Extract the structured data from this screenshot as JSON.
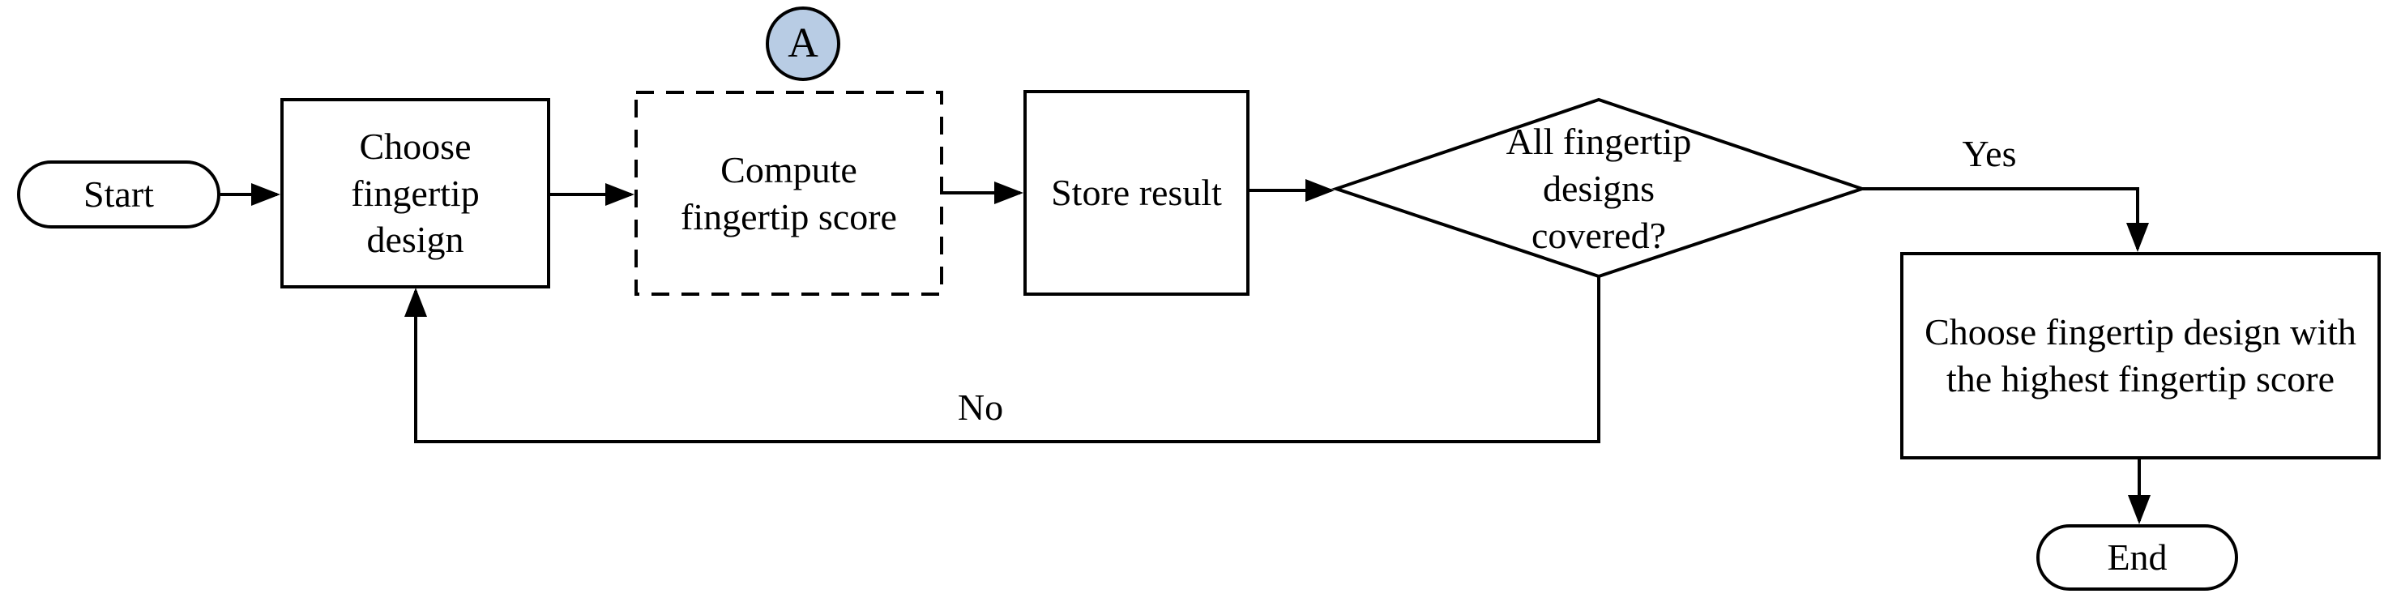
{
  "diagram": {
    "type": "flowchart",
    "nodes": {
      "start": {
        "shape": "terminator",
        "label": "Start"
      },
      "choose_design": {
        "shape": "process",
        "label": [
          "Choose",
          "fingertip",
          "design"
        ]
      },
      "connector_a": {
        "shape": "circle-connector",
        "label": "A"
      },
      "compute_score": {
        "shape": "process-dashed",
        "label": [
          "Compute",
          "fingertip score"
        ]
      },
      "store_result": {
        "shape": "process",
        "label": "Store result"
      },
      "decision": {
        "shape": "decision",
        "label": [
          "All fingertip",
          "designs",
          "covered?"
        ]
      },
      "choose_highest": {
        "shape": "process",
        "label": [
          "Choose fingertip design with",
          "the highest fingertip score"
        ]
      },
      "end": {
        "shape": "terminator",
        "label": "End"
      }
    },
    "edges": {
      "yes_label": "Yes",
      "no_label": "No"
    },
    "colors": {
      "stroke": "#000000",
      "connector_fill": "#b8cce4",
      "background": "#ffffff"
    }
  }
}
